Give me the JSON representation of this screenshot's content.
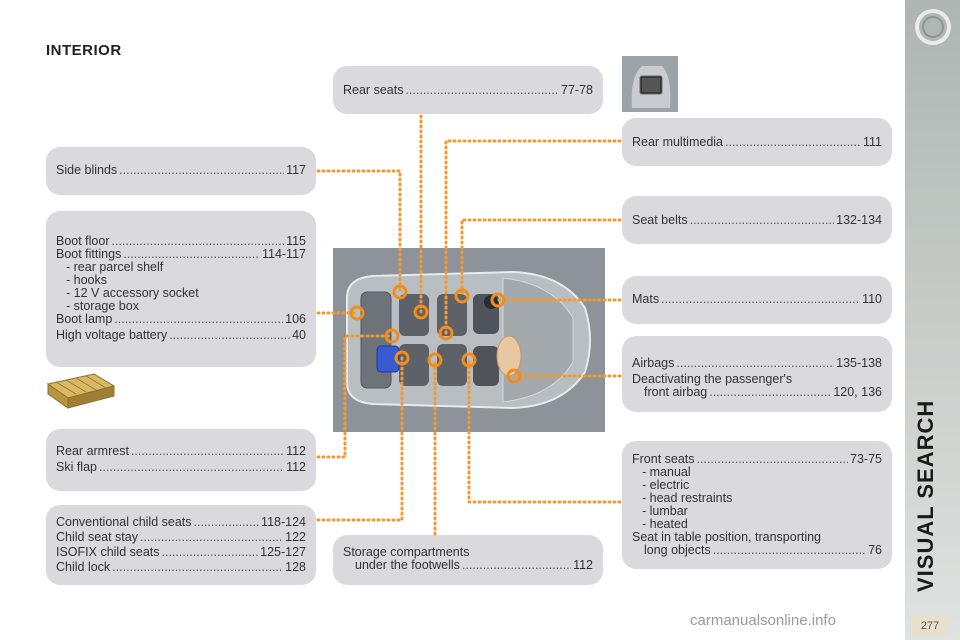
{
  "title": "INTERIOR",
  "sidebar": {
    "label": "VISUAL SEARCH",
    "page": "277"
  },
  "watermark": "carmanualsonline.info",
  "boxes": {
    "side_blinds": {
      "rows": [
        {
          "label": "Side blinds",
          "page": "117"
        }
      ]
    },
    "boot": {
      "rows": [
        {
          "label": "Boot floor",
          "page": "115"
        },
        {
          "label": "Boot fittings",
          "page": "114-117"
        }
      ],
      "subitems": [
        "-  rear parcel shelf",
        "-  hooks",
        "-  12 V accessory socket",
        "-  storage box"
      ],
      "rows2": [
        {
          "label": "Boot lamp",
          "page": "106"
        },
        {
          "label": "High voltage battery",
          "page": "40"
        }
      ]
    },
    "rear_armrest": {
      "rows": [
        {
          "label": "Rear armrest",
          "page": "112"
        },
        {
          "label": "Ski flap",
          "page": "112"
        }
      ]
    },
    "child": {
      "rows": [
        {
          "label": "Conventional child seats",
          "page": "118-124"
        },
        {
          "label": "Child seat stay",
          "page": "122"
        },
        {
          "label": "ISOFIX child seats",
          "page": "125-127"
        },
        {
          "label": "Child lock",
          "page": "128"
        }
      ]
    },
    "rear_seats": {
      "rows": [
        {
          "label": "Rear seats",
          "page": "77-78"
        }
      ]
    },
    "storage": {
      "line1": "Storage compartments",
      "label": "under the footwells",
      "page": "112"
    },
    "rear_multimedia": {
      "rows": [
        {
          "label": "Rear multimedia",
          "page": "111"
        }
      ]
    },
    "seat_belts": {
      "rows": [
        {
          "label": "Seat belts",
          "page": "132-134"
        }
      ]
    },
    "mats": {
      "rows": [
        {
          "label": "Mats",
          "page": "110"
        }
      ]
    },
    "airbags": {
      "rows": [
        {
          "label": "Airbags",
          "page": "135-138"
        }
      ],
      "line": "Deactivating the passenger's",
      "sub_label": "front airbag",
      "sub_page": "120, 136"
    },
    "front_seats": {
      "rows": [
        {
          "label": "Front seats",
          "page": "73-75"
        }
      ],
      "subitems": [
        "-  manual",
        "-  electric",
        "-  head restraints",
        "-  lumbar",
        "-  heated"
      ],
      "line": "Seat in table position, transporting",
      "sub_label": "long objects",
      "sub_page": "76"
    }
  },
  "colors": {
    "box": "#d9d9de",
    "marker": "#f28c1a",
    "leader": "#f29a2e",
    "car_bg": "#8e9399"
  }
}
